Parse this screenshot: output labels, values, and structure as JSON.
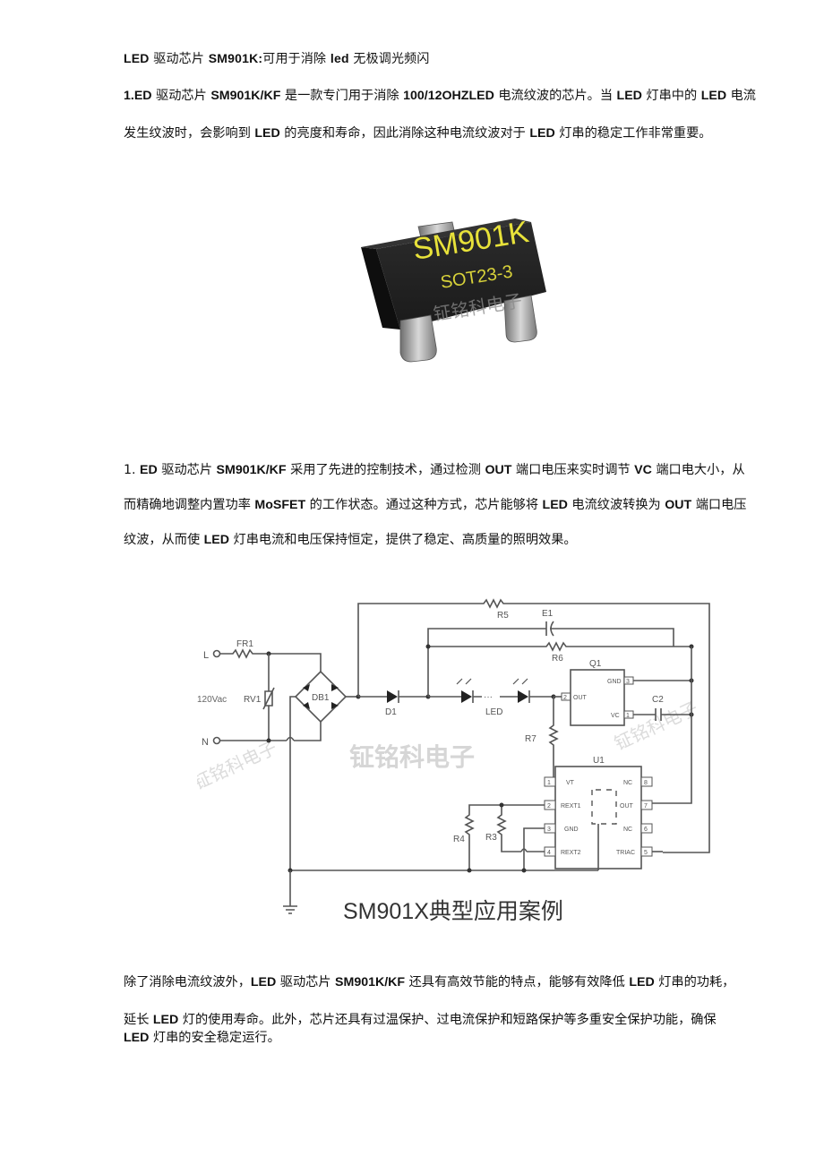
{
  "document": {
    "title": {
      "bold_a": "LED",
      "text_a": " 驱动芯片 ",
      "bold_b": "SM901K:",
      "text_b": "可用于消除 ",
      "bold_c": "led",
      "text_c": " 无极调光频闪"
    },
    "paragraph1": {
      "line1": {
        "b1": "1.ED",
        "t1": " 驱动芯片 ",
        "b2": "SM901K/KF",
        "t2": " 是一款专门用于消除 ",
        "b3": "100/12OHZLED",
        "t3": " 电流纹波的芯片。当 ",
        "b4": "LED",
        "t4": " 灯串中的 ",
        "b5": "LED",
        "t5": " 电流"
      },
      "line2": {
        "t1": "发生纹波时，会影响到 ",
        "b1": "LED",
        "t2": " 的亮度和寿命，因此消除这种电流纹波对于 ",
        "b2": "LED",
        "t3": " 灯串的稳定工作非常重要。"
      }
    },
    "chip_image": {
      "marking_line1": "SM901K",
      "marking_line2": "SOT23-3",
      "watermark": "钲铭科电子",
      "body_color": "#1f1f1f",
      "marking_color": "#e8e23a",
      "lead_color": "#9a9a9a"
    },
    "paragraph2": {
      "line1": {
        "t0": "1. ",
        "b1": "ED",
        "t1": " 驱动芯片 ",
        "b2": "SM901K/KF",
        "t2": " 采用了先进的控制技术，通过检测 ",
        "b3": "OUT",
        "t3": " 端口电压来实时调节 ",
        "b4": "VC",
        "t4": " 端口电大小，从"
      },
      "line2": {
        "t1": "而精确地调整内置功率 ",
        "b1": "MoSFET",
        "t2": " 的工作状态。通过这种方式，芯片能够将 ",
        "b2": "LED",
        "t3": " 电流纹波转换为 ",
        "b3": "OUT",
        "t4": " 端口电压"
      },
      "line3": {
        "t1": "纹波，从而使 ",
        "b1": "LED",
        "t2": " 灯串电流和电压保持恒定，提供了稳定、高质量的照明效果。"
      }
    },
    "schematic": {
      "caption": "SM901X典型应用案例",
      "watermark": "钲铭科电子",
      "labels": {
        "L": "L",
        "N": "N",
        "vac": "120Vac",
        "FR1": "FR1",
        "RV1": "RV1",
        "DB1": "DB1",
        "D1": "D1",
        "R5": "R5",
        "E1": "E1",
        "R6": "R6",
        "Q1": "Q1",
        "LED": "LED",
        "C2": "C2",
        "R7": "R7",
        "U1": "U1",
        "R3": "R3",
        "R4": "R4"
      },
      "q1_pins": [
        {
          "num": "3",
          "name": "GND"
        },
        {
          "num": "2",
          "name": "OUT"
        },
        {
          "num": "1",
          "name": "VC"
        }
      ],
      "u1_left_pins": [
        {
          "num": "1",
          "name": "VT"
        },
        {
          "num": "2",
          "name": "REXT1"
        },
        {
          "num": "3",
          "name": "GND"
        },
        {
          "num": "4",
          "name": "REXT2"
        }
      ],
      "u1_right_pins": [
        {
          "num": "8",
          "name": "NC"
        },
        {
          "num": "7",
          "name": "OUT"
        },
        {
          "num": "6",
          "name": "NC"
        },
        {
          "num": "5",
          "name": "TRIAC"
        }
      ]
    },
    "paragraph3": {
      "line1": {
        "t1": "除了消除电流纹波外，",
        "b1": "LED",
        "t2": " 驱动芯片 ",
        "b2": "SM901K/KF",
        "t3": " 还具有高效节能的特点，能够有效降低 ",
        "b3": "LED",
        "t4": " 灯串的功耗，"
      },
      "line2": {
        "t1": "延长 ",
        "b1": "LED",
        "t2": " 灯的使用寿命。此外，芯片还具有过温保护、过电流保护和短路保护等多重安全保护功能，确保"
      },
      "line3": {
        "b1": "LED",
        "t1": " 灯串的安全稳定运行。"
      }
    }
  }
}
